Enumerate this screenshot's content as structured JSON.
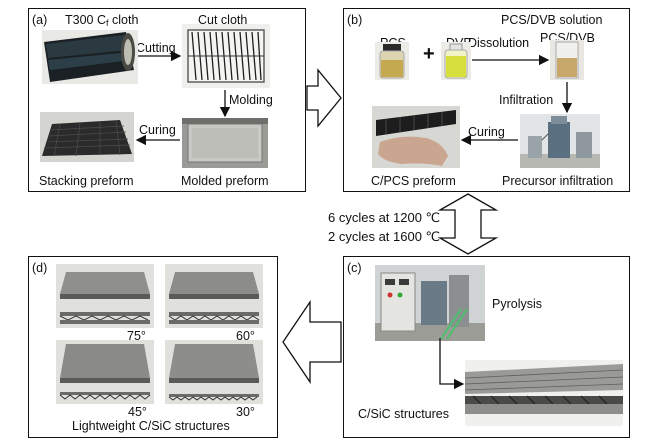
{
  "panel_a": {
    "tag": "(a)",
    "cloth_prefix": "T300 C",
    "cloth_sub": "f",
    "cloth_suffix": " cloth",
    "cut_cloth": "Cut cloth",
    "cutting": "Cutting",
    "molding": "Molding",
    "curing": "Curing",
    "stacking_preform": "Stacking preform",
    "molded_preform": "Molded preform"
  },
  "panel_b": {
    "tag": "(b)",
    "title": "PCS/DVB solution",
    "pcs": "PCS",
    "plus": "+",
    "dvb": "DVB",
    "dissolution": "Dissolution",
    "pcs_dvb": "PCS/DVB",
    "infiltration": "Infiltration",
    "curing": "Curing",
    "cpcs_preform": "C/PCS preform",
    "precursor_infiltration": "Precursor infiltration"
  },
  "cycles": {
    "line1": "6 cycles at 1200 ℃",
    "line2": "2 cycles at 1600 ℃"
  },
  "panel_c": {
    "tag": "(c)",
    "pyrolysis": "Pyrolysis",
    "csic_structures": "C/SiC structures"
  },
  "panel_d": {
    "tag": "(d)",
    "angle_1": "75°",
    "angle_2": "60°",
    "angle_3": "45°",
    "angle_4": "30°",
    "caption": "Lightweight C/SiC structures"
  }
}
